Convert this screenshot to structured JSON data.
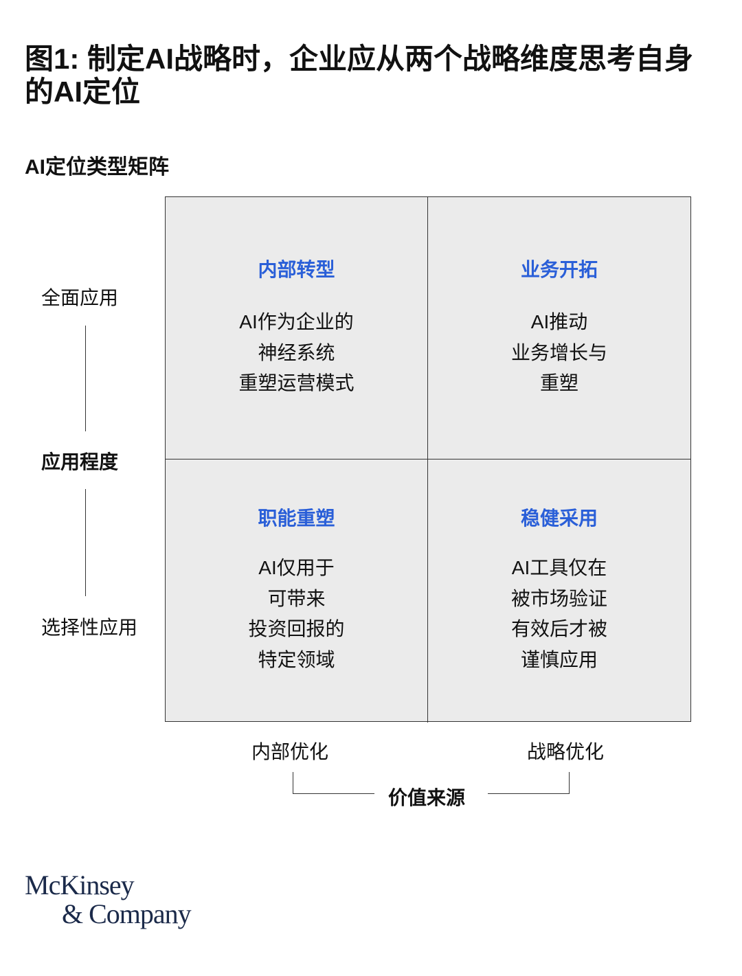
{
  "title": "图1: 制定AI战略时，企业应从两个战略维度思考自身的AI定位",
  "subtitle": "AI定位类型矩阵",
  "y_axis": {
    "title": "应用程度",
    "top_label": "全面应用",
    "bottom_label": "选择性应用"
  },
  "x_axis": {
    "title": "价值来源",
    "left_label": "内部优化",
    "right_label": "战略优化"
  },
  "quadrants": [
    {
      "title": "内部转型",
      "lines": [
        "AI作为企业的",
        "神经系统",
        "重塑运营模式"
      ]
    },
    {
      "title": "业务开拓",
      "lines": [
        "AI推动",
        "业务增长与",
        "重塑"
      ]
    },
    {
      "title": "职能重塑",
      "lines": [
        "AI仅用于",
        "可带来",
        "投资回报的",
        "特定领域"
      ]
    },
    {
      "title": "稳健采用",
      "lines": [
        "AI工具仅在",
        "被市场验证",
        "有效后才被",
        "谨慎应用"
      ]
    }
  ],
  "logo": {
    "line1": "McKinsey",
    "line2": "& Company"
  },
  "colors": {
    "quadrant_title": "#2a5fd8",
    "quadrant_fill": "#ebebeb",
    "logo": "#1b2a4a"
  }
}
